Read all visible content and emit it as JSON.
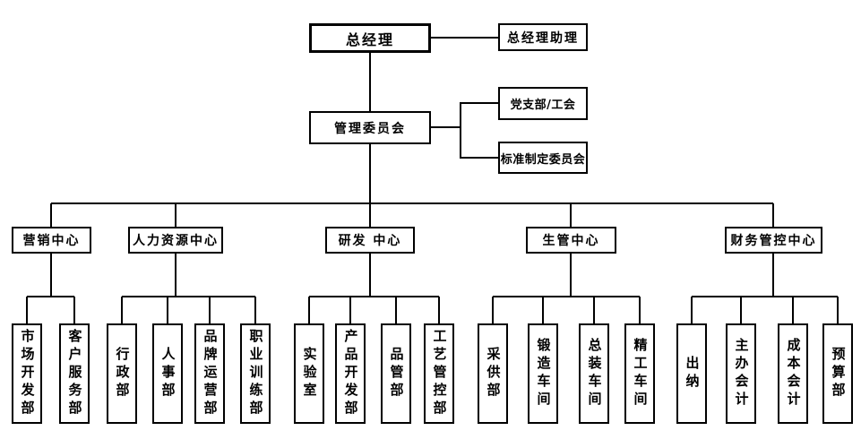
{
  "nodes": {
    "gm": "总经理",
    "gm_assistant": "总经理助理",
    "committee": "管理委员会",
    "party_union": "党支部/工会",
    "standards": "标准制定委员会"
  },
  "centers": [
    {
      "label": "营销中心",
      "children": [
        "市场开发部",
        "客户服务部"
      ]
    },
    {
      "label": "人力资源中心",
      "children": [
        "行政部",
        "人事部",
        "品牌运营部",
        "职业训练部"
      ]
    },
    {
      "label": "研发 中心",
      "children": [
        "实验室",
        "产品开发部",
        "品管部",
        "工艺管控部"
      ]
    },
    {
      "label": "生管中心",
      "children": [
        "采供部",
        "锻造车间",
        "总装车间",
        "精工车间"
      ]
    },
    {
      "label": "财务管控中心",
      "children": [
        "出纳",
        "主办会计",
        "成本会计",
        "预算部"
      ]
    }
  ]
}
